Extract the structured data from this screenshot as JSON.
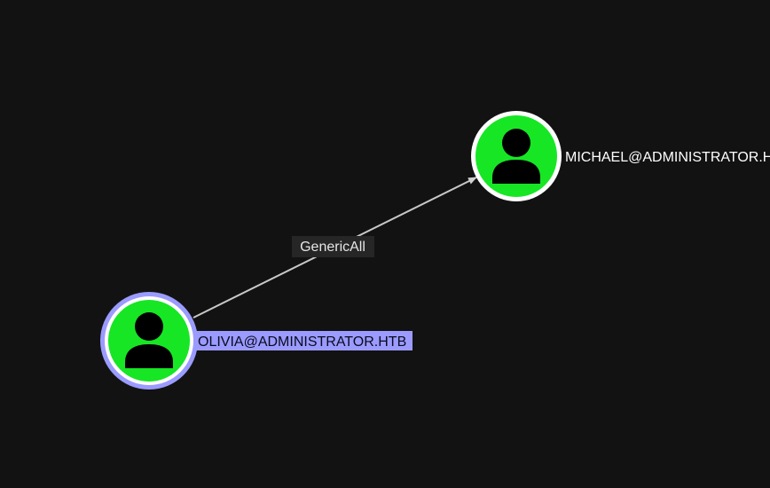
{
  "graph": {
    "nodes": [
      {
        "id": "olivia",
        "type": "user",
        "label": "OLIVIA@ADMINISTRATOR.HTB",
        "selected": true,
        "fill_color": "#17e625",
        "ring_color": "#9b9bff",
        "label_bg_color": "#9b9bff",
        "label_text_color": "#0a0a20"
      },
      {
        "id": "michael",
        "type": "user",
        "label": "MICHAEL@ADMINISTRATOR.HTB",
        "selected": false,
        "fill_color": "#17e625",
        "ring_color": "#ffffff",
        "label_text_color": "#ffffff"
      }
    ],
    "edges": [
      {
        "from": "olivia",
        "to": "michael",
        "label": "GenericAll",
        "color": "#c8c8c8",
        "label_bg_color": "#262626",
        "label_text_color": "#e6e6e6"
      }
    ],
    "background_color": "#121212",
    "icon": "user-icon"
  }
}
